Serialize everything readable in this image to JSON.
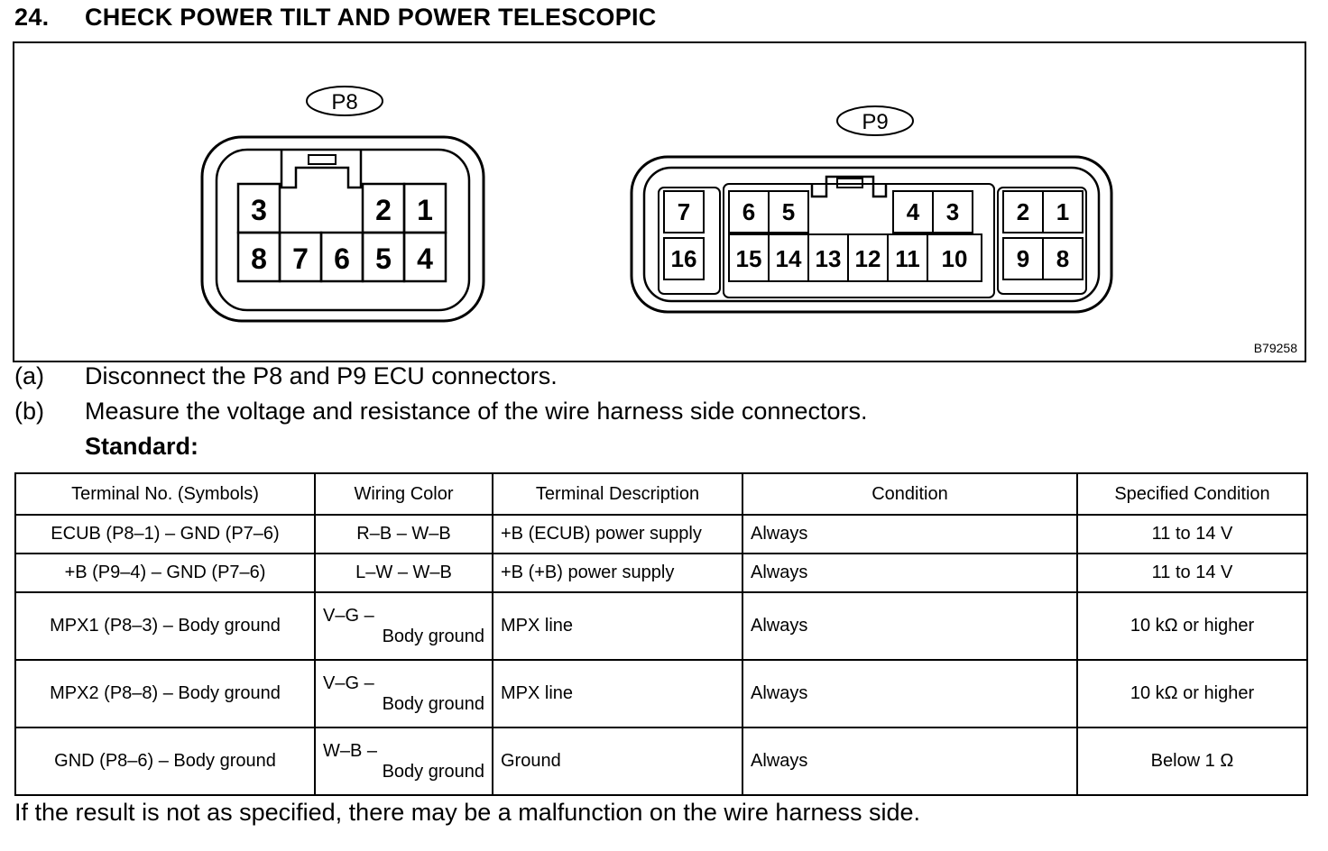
{
  "heading": {
    "number": "24.",
    "title": "CHECK POWER TILT AND POWER TELESCOPIC"
  },
  "figure": {
    "figure_id": "B79258",
    "connectors": [
      {
        "label": "P8",
        "rows": [
          [
            "3",
            "",
            "2",
            "1"
          ],
          [
            "8",
            "7",
            "6",
            "5",
            "4"
          ]
        ]
      },
      {
        "label": "P9",
        "rows": [
          [
            "7",
            "6",
            "5",
            "4",
            "3",
            "2",
            "1"
          ],
          [
            "16",
            "15",
            "14",
            "13",
            "12",
            "11",
            "10",
            "9",
            "8"
          ]
        ]
      }
    ]
  },
  "steps": [
    {
      "tag": "(a)",
      "text": "Disconnect the P8 and P9 ECU connectors."
    },
    {
      "tag": "(b)",
      "text": "Measure the voltage and resistance of the wire harness side connectors."
    }
  ],
  "standard_label": "Standard:",
  "table": {
    "headers": [
      "Terminal No. (Symbols)",
      "Wiring Color",
      "Terminal Description",
      "Condition",
      "Specified Condition"
    ],
    "rows": [
      {
        "terminal": "ECUB (P8–1) – GND (P7–6)",
        "wiring_a": "R–B – W–B",
        "wiring_b": "",
        "description": "+B  (ECUB) power supply",
        "condition": "Always",
        "specified": "11 to 14 V"
      },
      {
        "terminal": "+B (P9–4) – GND (P7–6)",
        "wiring_a": "L–W – W–B",
        "wiring_b": "",
        "description": "+B  (+B) power supply",
        "condition": "Always",
        "specified": "11 to 14 V"
      },
      {
        "terminal": "MPX1 (P8–3) – Body ground",
        "wiring_a": "V–G –",
        "wiring_b": "Body ground",
        "description": "MPX line",
        "condition": "Always",
        "specified": "10 kΩ or higher"
      },
      {
        "terminal": "MPX2 (P8–8) – Body ground",
        "wiring_a": "V–G –",
        "wiring_b": "Body ground",
        "description": "MPX line",
        "condition": "Always",
        "specified": "10 kΩ or higher"
      },
      {
        "terminal": "GND (P8–6) – Body ground",
        "wiring_a": "W–B –",
        "wiring_b": "Body ground",
        "description": "Ground",
        "condition": "Always",
        "specified": "Below 1 Ω"
      }
    ]
  },
  "footer": "If the result is not as specified, there may be a malfunction on the wire harness side."
}
